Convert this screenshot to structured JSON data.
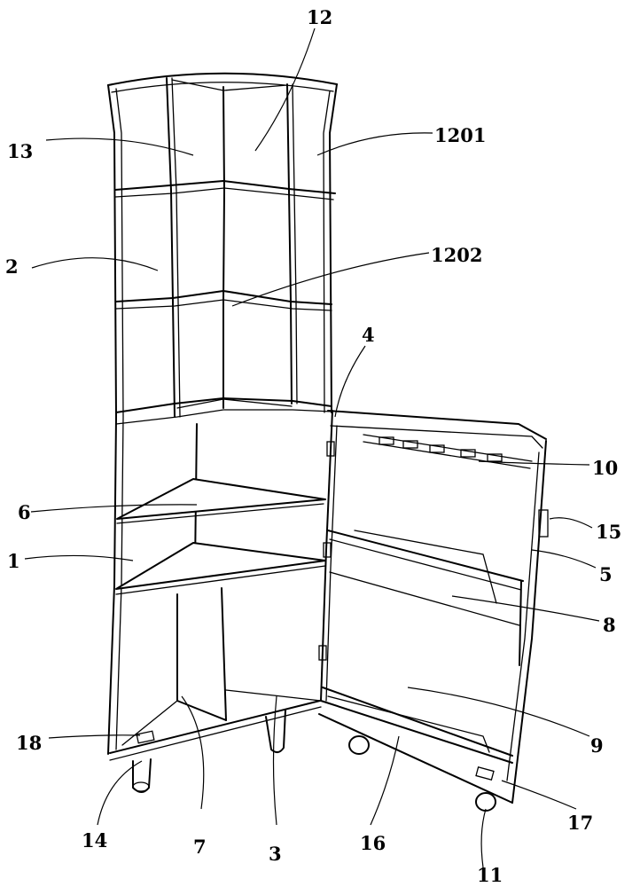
{
  "labels": [
    {
      "key": "l12",
      "text": "12"
    },
    {
      "key": "l13",
      "text": "13"
    },
    {
      "key": "l1201",
      "text": "1201"
    },
    {
      "key": "l2",
      "text": "2"
    },
    {
      "key": "l1202",
      "text": "1202"
    },
    {
      "key": "l4",
      "text": "4"
    },
    {
      "key": "l10",
      "text": "10"
    },
    {
      "key": "l6",
      "text": "6"
    },
    {
      "key": "l15",
      "text": "15"
    },
    {
      "key": "l5",
      "text": "5"
    },
    {
      "key": "l1",
      "text": "1"
    },
    {
      "key": "l8",
      "text": "8"
    },
    {
      "key": "l9",
      "text": "9"
    },
    {
      "key": "l18",
      "text": "18"
    },
    {
      "key": "l17",
      "text": "17"
    },
    {
      "key": "l14",
      "text": "14"
    },
    {
      "key": "l7",
      "text": "7"
    },
    {
      "key": "l3",
      "text": "3"
    },
    {
      "key": "l16",
      "text": "16"
    },
    {
      "key": "l11",
      "text": "11"
    }
  ]
}
